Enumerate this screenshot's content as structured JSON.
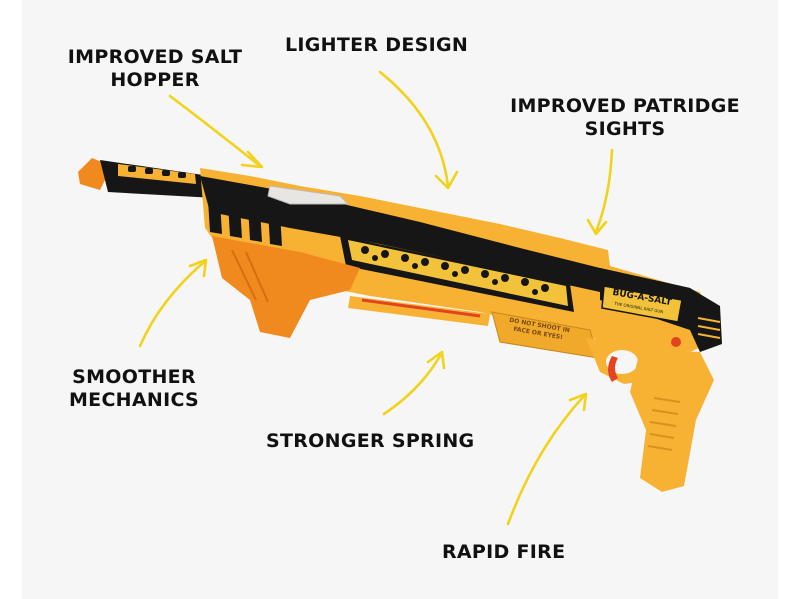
{
  "callouts": {
    "salt_hopper": [
      "IMPROVED SALT",
      "HOPPER"
    ],
    "lighter_design": "LIGHTER DESIGN",
    "sights": [
      "IMPROVED PATRIDGE",
      "SIGHTS"
    ],
    "smoother": [
      "SMOOTHER",
      "MECHANICS"
    ],
    "spring": "STRONGER SPRING",
    "rapid_fire": "RAPID FIRE"
  },
  "decals": {
    "brand_name": "BUG-A-SALT",
    "brand_tagline": "THE ORIGINAL SALT GUN",
    "warning": [
      "DO NOT SHOOT IN",
      "FACE OR EYES!"
    ]
  },
  "colors": {
    "body_orange": "#f7b233",
    "accent_orange": "#f08a1e",
    "black": "#161616",
    "arrow_yellow": "#f2d21b",
    "background": "#f6f6f6"
  }
}
